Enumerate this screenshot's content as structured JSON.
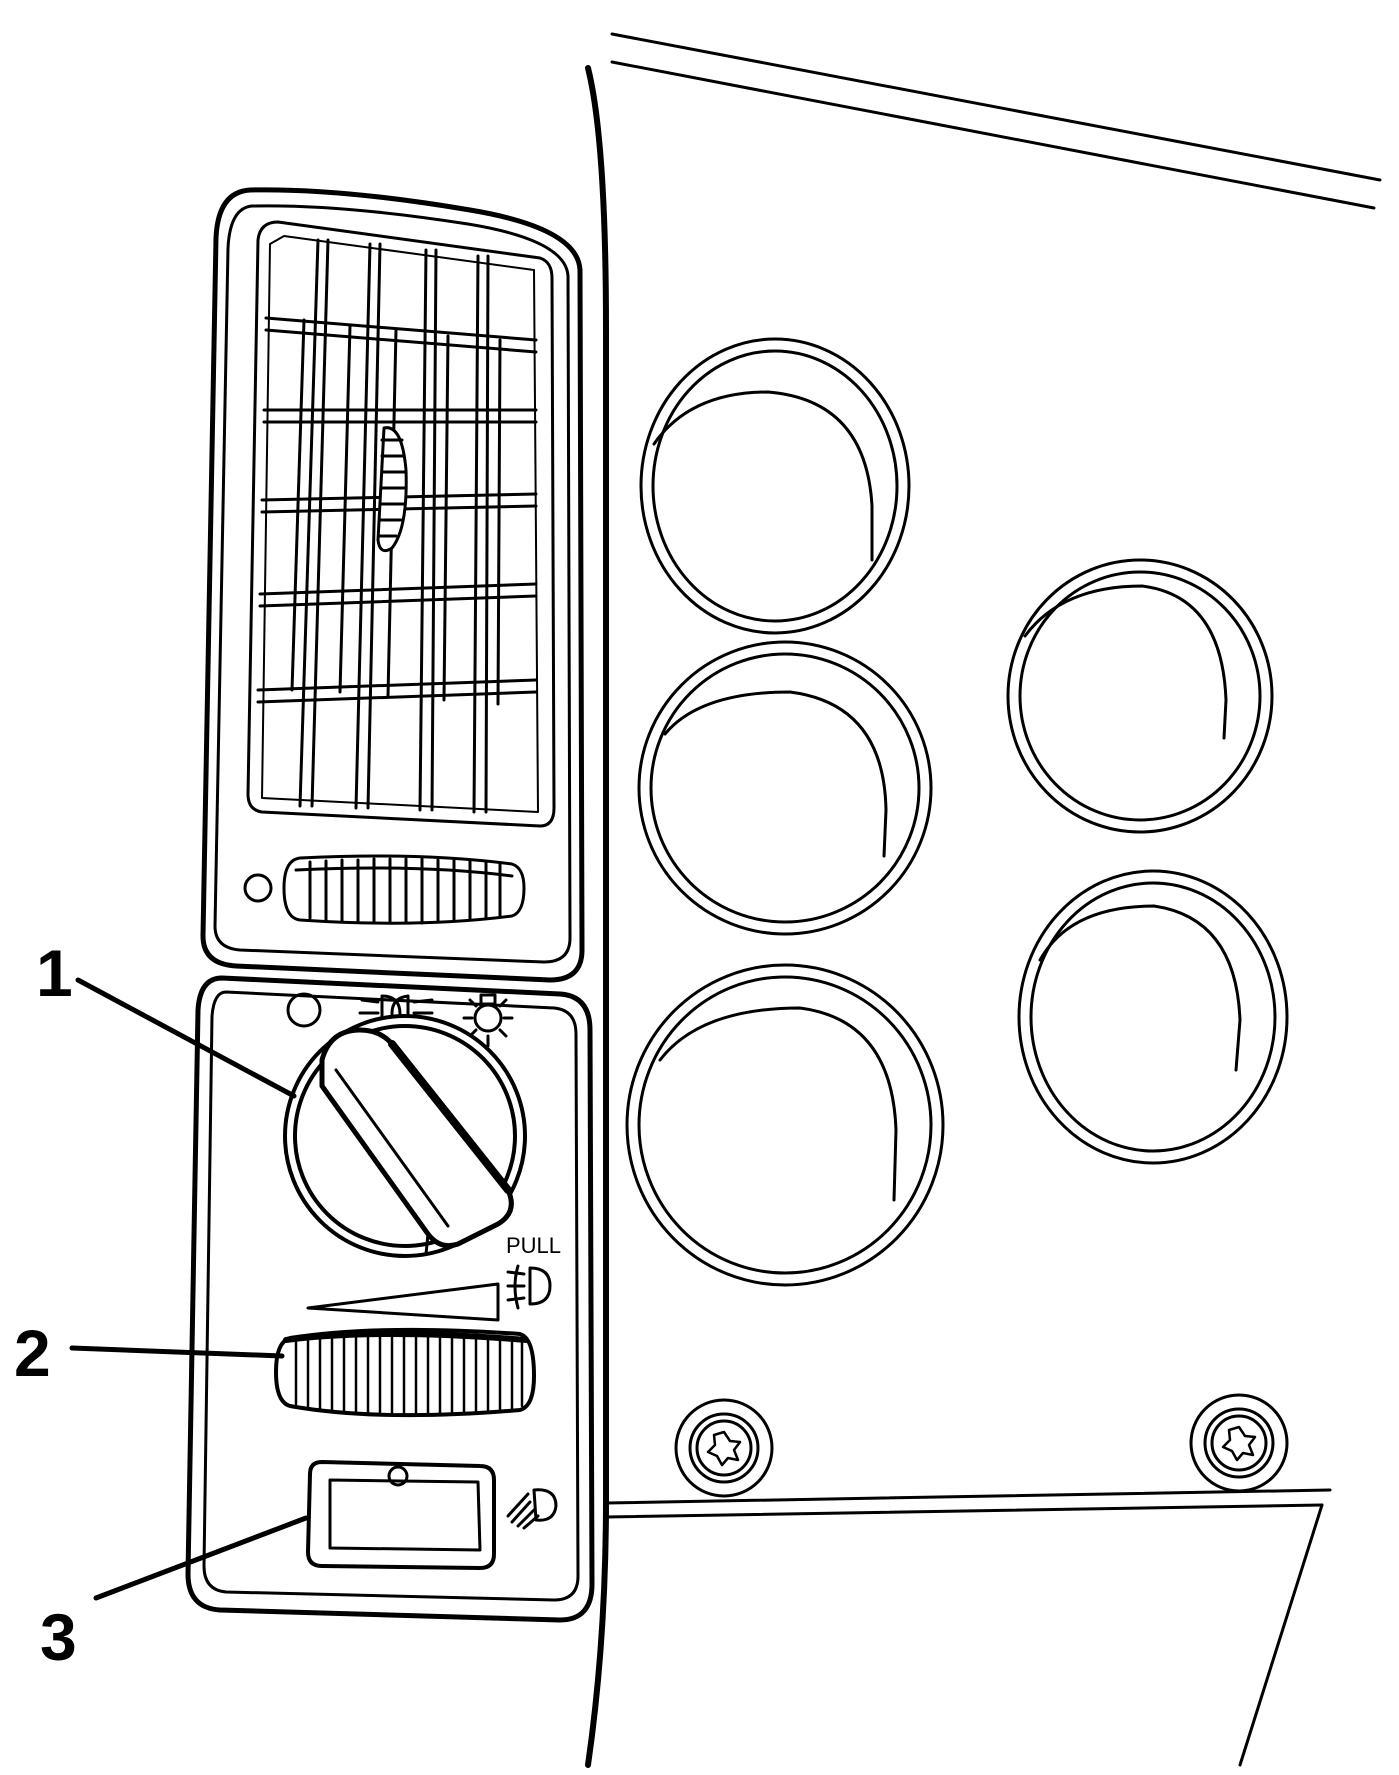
{
  "diagram": {
    "callouts": [
      {
        "number": "1",
        "part": "headlamp-switch-knob"
      },
      {
        "number": "2",
        "part": "dimmer-thumbwheel"
      },
      {
        "number": "3",
        "part": "rear-fog-switch"
      }
    ],
    "panel_text": {
      "pull": "PULL"
    },
    "icons": [
      "parking-lamp-icon",
      "headlamp-icon",
      "interior-lamp-icon",
      "front-fog-lamp-icon",
      "rear-fog-lamp-icon",
      "torx-screw-icon"
    ],
    "colors": {
      "line": "#000000",
      "background": "#ffffff"
    }
  }
}
